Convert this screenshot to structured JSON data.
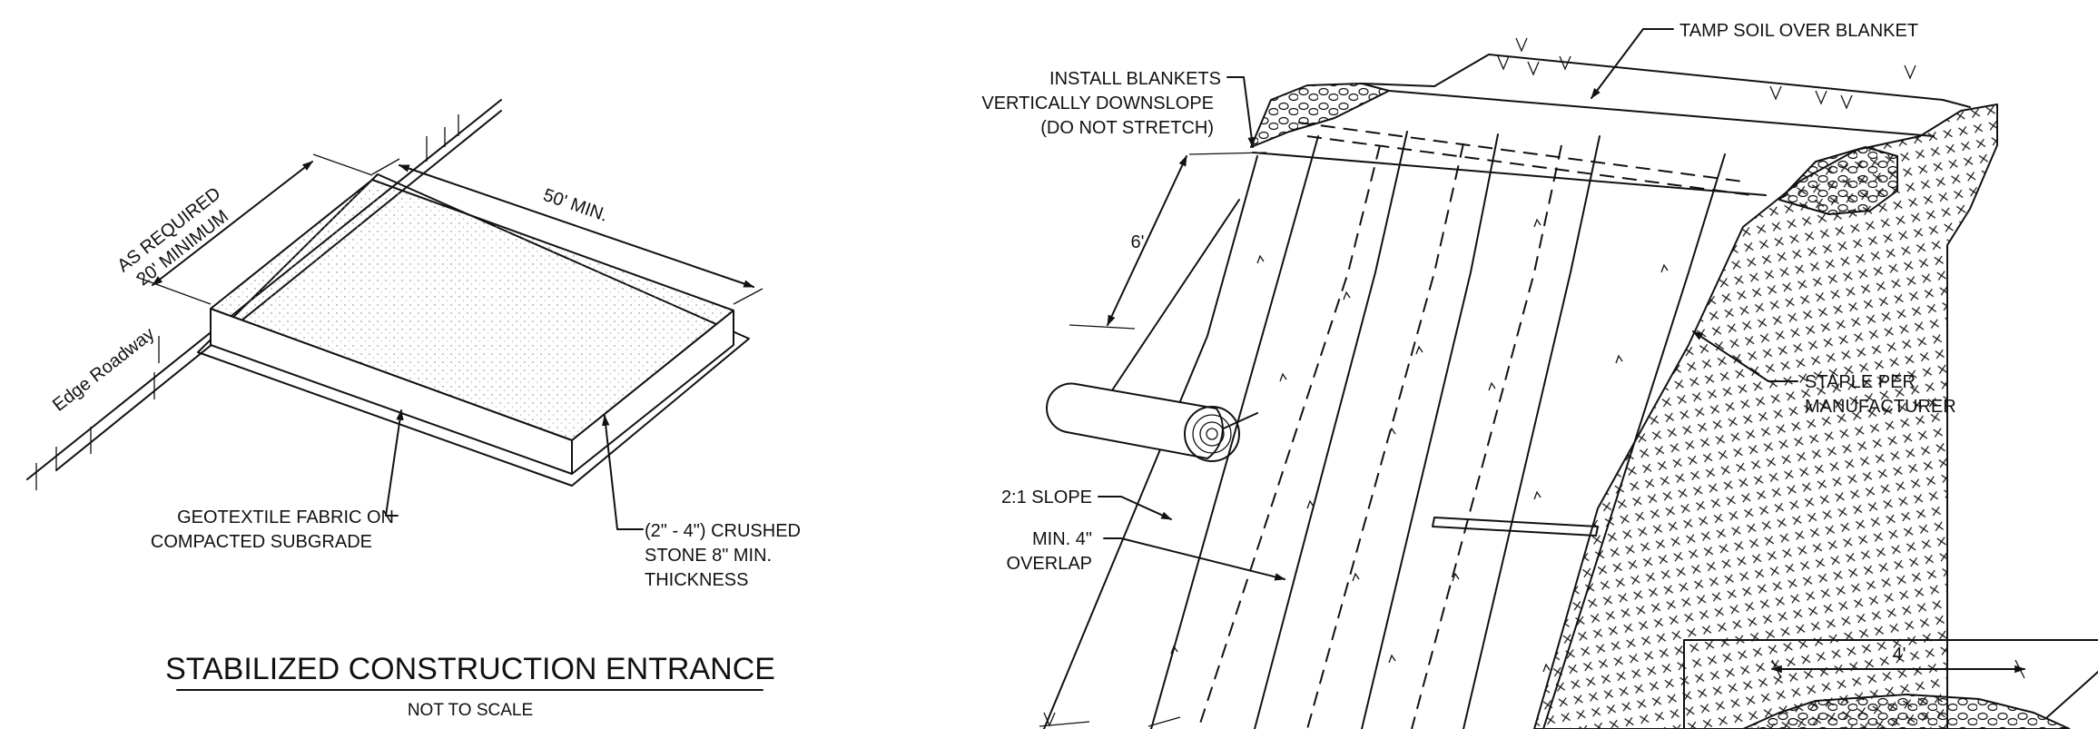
{
  "entrance_detail": {
    "dim_width": [
      "AS REQUIRED",
      "20' MINIMUM"
    ],
    "dim_length": "50' MIN.",
    "roadway_label": "Edge Roadway",
    "fabric_note": [
      "GEOTEXTILE FABRIC ON",
      "COMPACTED SUBGRADE"
    ],
    "stone_note": [
      "(2\" - 4\") CRUSHED",
      "STONE 8\" MIN.",
      "THICKNESS"
    ],
    "title": "STABILIZED CONSTRUCTION ENTRANCE",
    "subtitle": "NOT TO SCALE"
  },
  "blanket_detail": {
    "install_note": [
      "INSTALL BLANKETS",
      "VERTICALLY DOWNSLOPE",
      "(DO NOT STRETCH)"
    ],
    "tamp_note": "TAMP SOIL OVER BLANKET",
    "dim_six": "6'",
    "staple_note": [
      "STAPLE PER",
      "MANUFACTURER"
    ],
    "slope_note": "2:1 SLOPE",
    "overlap_note": [
      "MIN. 4\"",
      "OVERLAP"
    ],
    "inset_dim": "4'"
  }
}
